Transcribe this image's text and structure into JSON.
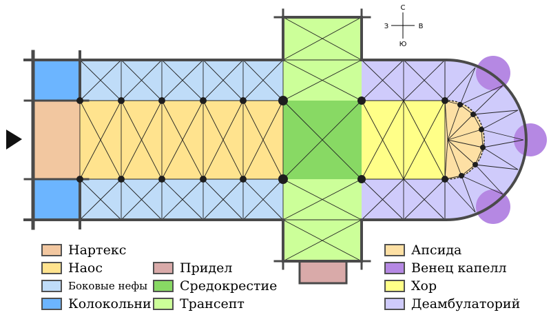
{
  "compass": {
    "north": "С",
    "south": "Ю",
    "west": "З",
    "east": "В"
  },
  "colors": {
    "narthex": "#f2c7a0",
    "nave": "#ffe38e",
    "aisles": "#bfdcf8",
    "tower": "#6cb5ff",
    "chapel": "#d9aaa9",
    "crossing": "#88d964",
    "transept": "#ccff99",
    "apse": "#fde0a4",
    "radiating_chapels": "#b588e3",
    "choir": "#ffff88",
    "ambulatory": "#cfcbfb",
    "wall": "#4a4a4a"
  },
  "legend": [
    {
      "key": "narthex",
      "label": "Нартекс"
    },
    {
      "key": "nave",
      "label": "Наос"
    },
    {
      "key": "aisles",
      "label": "Боковые нефы"
    },
    {
      "key": "tower",
      "label": "Колокольни"
    },
    {
      "key": "chapel",
      "label": "Придел"
    },
    {
      "key": "crossing",
      "label": "Средокрестие"
    },
    {
      "key": "transept",
      "label": "Трансепт"
    },
    {
      "key": "apse",
      "label": "Апсида"
    },
    {
      "key": "radiating_chapels",
      "label": "Венец капелл"
    },
    {
      "key": "choir",
      "label": "Хор"
    },
    {
      "key": "ambulatory",
      "label": "Деамбулаторий"
    }
  ]
}
